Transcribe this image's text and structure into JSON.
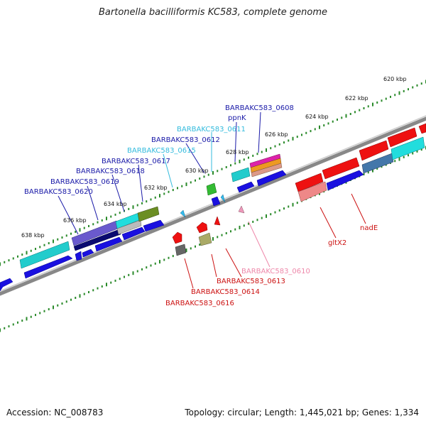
{
  "title": "Bartonella bacilliformis KC583, complete genome",
  "footer": {
    "accession": "Accession: NC_008783",
    "summary": "Topology: circular; Length: 1,445,021 bp; Genes: 1,334"
  },
  "colors": {
    "forward_label": "#1a1aa8",
    "light_label": "#33bbdd",
    "reverse_label": "#cc1111",
    "pink_label": "#ee88aa",
    "backbone": "#888888",
    "tick": "#2a8a2a"
  },
  "kbp_labels": [
    "620 kbp",
    "622 kbp",
    "624 kbp",
    "626 kbp",
    "628 kbp",
    "630 kbp",
    "632 kbp",
    "634 kbp",
    "636 kbp",
    "638 kbp"
  ],
  "forward_labels": [
    "BARBAKC583_0608",
    "ppnK",
    "BARBAKC583_0611",
    "BARBAKC583_0612",
    "BARBAKC583_0615",
    "BARBAKC583_0617",
    "BARBAKC583_0618",
    "BARBAKC583_0619",
    "BARBAKC583_0620"
  ],
  "reverse_labels": [
    "nadE",
    "gltX2",
    "BARBAKC583_0610",
    "BARBAKC583_0613",
    "BARBAKC583_0614",
    "BARBAKC583_0616"
  ]
}
